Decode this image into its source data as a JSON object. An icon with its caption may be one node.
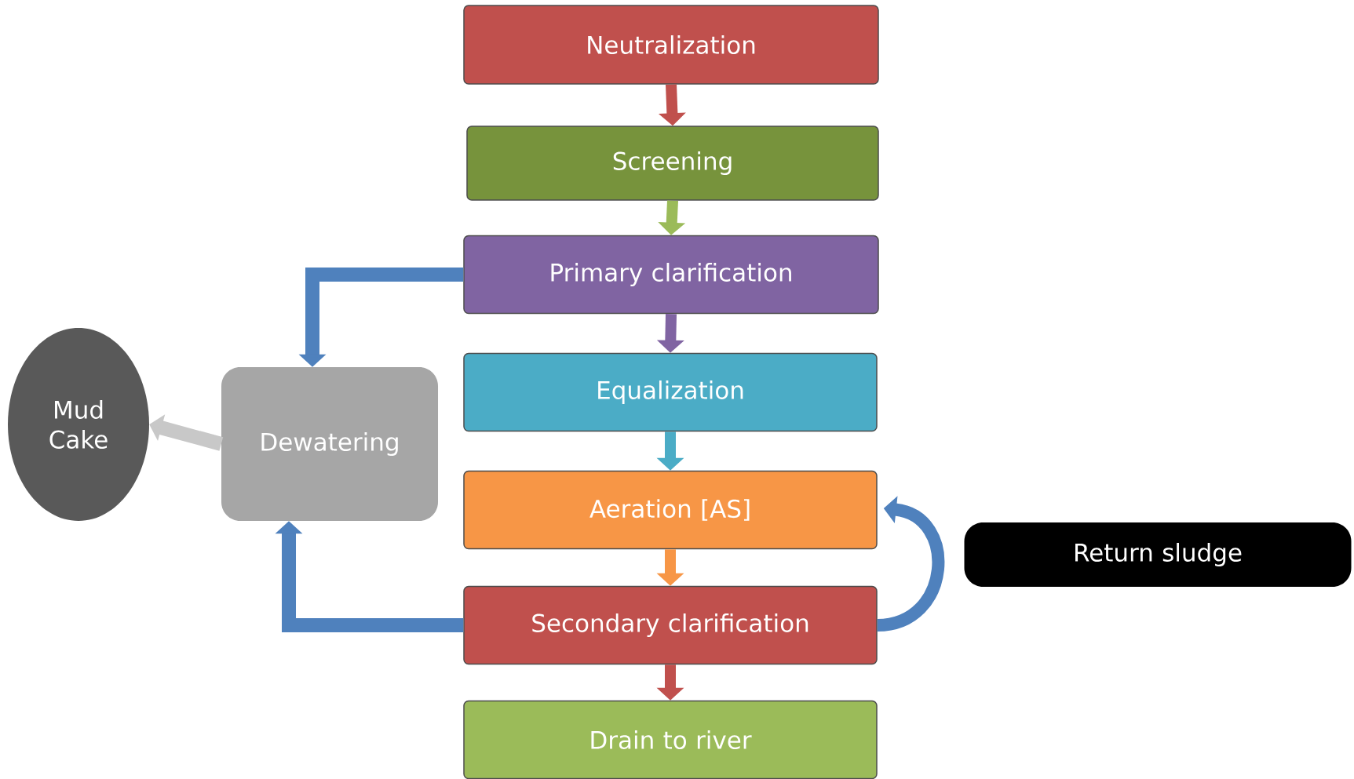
{
  "diagram": {
    "nodes": [
      {
        "text": [
          "Neutralization"
        ]
      },
      {
        "text": [
          "Screening"
        ]
      },
      {
        "text": [
          "Primary clarification"
        ]
      },
      {
        "text": [
          "Equalization"
        ]
      },
      {
        "text": [
          "Aeration [AS]"
        ]
      },
      {
        "text": [
          "Secondary clarification"
        ]
      },
      {
        "text": [
          "Drain to river"
        ]
      },
      {
        "text": [
          "Dewatering"
        ]
      },
      {
        "text": [
          "Mud Cake"
        ]
      },
      {
        "text": [
          "Return sludge"
        ]
      }
    ],
    "edges": [
      {
        "from": 0,
        "to": 1,
        "arrow": "to",
        "color": "#c0504d"
      },
      {
        "from": 1,
        "to": 2,
        "arrow": "to",
        "color": "#9bbb59"
      },
      {
        "from": 2,
        "to": 3,
        "arrow": "to",
        "color": "#8064a2"
      },
      {
        "from": 3,
        "to": 4,
        "arrow": "to",
        "color": "#4bacc6"
      },
      {
        "from": 4,
        "to": 5,
        "arrow": "to",
        "color": "#f79646"
      },
      {
        "from": 5,
        "to": 6,
        "arrow": "to",
        "color": "#c0504d"
      },
      {
        "from": 2,
        "to": 7,
        "arrow": "to",
        "color": "#4f81bd"
      },
      {
        "from": 5,
        "to": 7,
        "arrow": "to",
        "color": "#4f81bd"
      },
      {
        "from": 7,
        "to": 8,
        "arrow": "to",
        "color": "#c8c8c8"
      },
      {
        "from": 5,
        "to": 4,
        "arrow": "to",
        "color": "#4f81bd"
      }
    ]
  }
}
